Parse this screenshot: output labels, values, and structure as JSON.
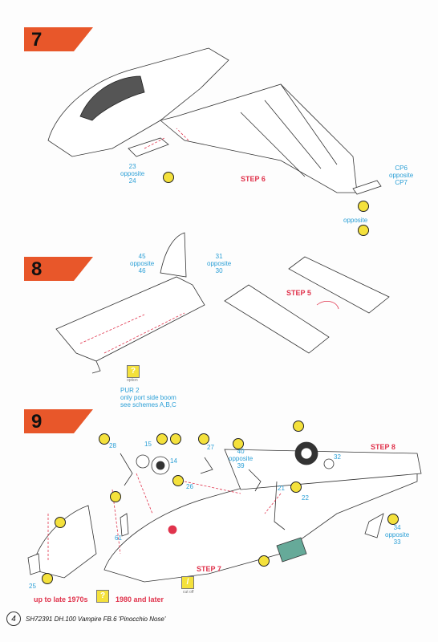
{
  "steps": [
    {
      "number": "7"
    },
    {
      "number": "8"
    },
    {
      "number": "9"
    }
  ],
  "labels": {
    "s7_parts_a": "23\nopposite\n24",
    "s7_step_ref": "STEP 6",
    "s7_parts_b": "CP6\nopposite\nCP7",
    "s7_opposite": "opposite",
    "s8_parts_a": "45\nopposite\n46",
    "s8_parts_b": "31\nopposite\n30",
    "s8_step_ref": "STEP 5",
    "s8_note": "PUR 2\nonly port side boom\nsee schemes A,B,C",
    "s9_step_ref_a": "STEP 8",
    "s9_step_ref_b": "STEP 7",
    "s9_p28": "28",
    "s9_p15": "15",
    "s9_p14": "14",
    "s9_p26": "26",
    "s9_p27": "27",
    "s9_p40": "40\nopposite\n39",
    "s9_p21": "21",
    "s9_p22": "22",
    "s9_p32": "32",
    "s9_p34": "34\nopposite\n33",
    "s9_p61": "61",
    "s9_p25": "25",
    "s9_early": "up to late 1970s",
    "s9_late": "1980 and later",
    "option_caption": "option",
    "cut_caption": "cut off"
  },
  "footer": {
    "page_number": "4",
    "title": "SH72391 DH.100 Vampire FB.6 'Pinocchio Nose'"
  },
  "colors": {
    "accent": "#e8572a",
    "part_label": "#2a9fd6",
    "step_ref": "#e0334c",
    "paint": "#f4e13c"
  }
}
